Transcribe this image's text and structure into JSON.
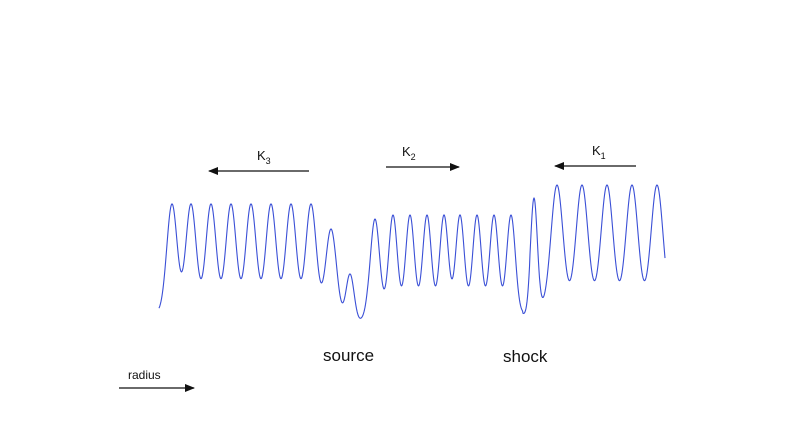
{
  "wave_labels": [
    {
      "letter": "K",
      "sub": "3",
      "direction": "left"
    },
    {
      "letter": "K",
      "sub": "2",
      "direction": "right"
    },
    {
      "letter": "K",
      "sub": "1",
      "direction": "left"
    }
  ],
  "regions": {
    "source": "source",
    "shock": "shock"
  },
  "axis": {
    "label": "radius",
    "direction": "right"
  },
  "colors": {
    "wave": "#3a4fd6",
    "text": "#111111"
  }
}
